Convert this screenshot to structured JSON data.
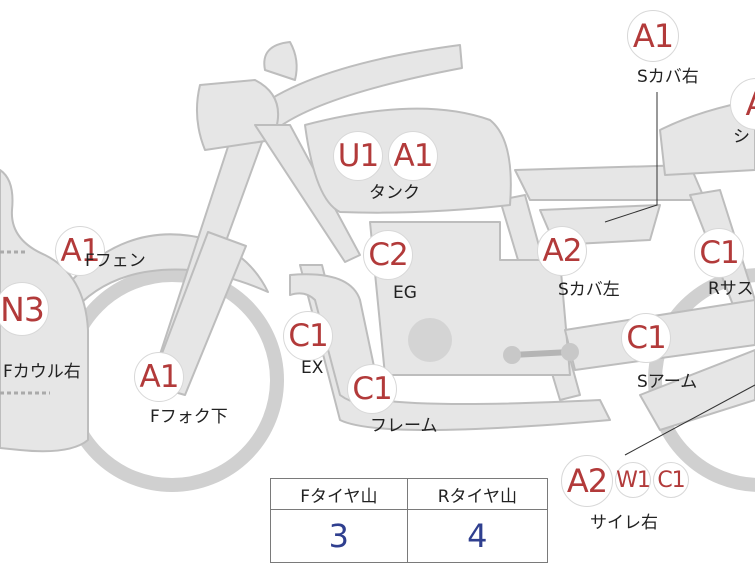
{
  "colors": {
    "part_fill": "#e6e6e6",
    "part_stroke": "#bdbdbd",
    "code": "#b23a3a",
    "tread_value": "#2f3f8f"
  },
  "parts": [
    {
      "id": "s-cover-right",
      "codes": [
        "A1"
      ],
      "label": "Sカバ右"
    },
    {
      "id": "seat",
      "codes": [
        "A"
      ],
      "label": "シ"
    },
    {
      "id": "tank",
      "codes": [
        "U1",
        "A1"
      ],
      "label": "タンク"
    },
    {
      "id": "engine",
      "codes": [
        "C2"
      ],
      "label": "EG"
    },
    {
      "id": "s-cover-left",
      "codes": [
        "A2"
      ],
      "label": "Sカバ左"
    },
    {
      "id": "rear-suspension",
      "codes": [
        "C1"
      ],
      "label": "Rサス"
    },
    {
      "id": "front-fender",
      "codes": [
        "A1"
      ],
      "label": "Fフェン"
    },
    {
      "id": "front-cowl-right",
      "codes": [
        "N3"
      ],
      "label": "Fカウル右"
    },
    {
      "id": "exhaust",
      "codes": [
        "C1"
      ],
      "label": "EX"
    },
    {
      "id": "front-fork-lower",
      "codes": [
        "A1"
      ],
      "label": "Fフォク下"
    },
    {
      "id": "frame",
      "codes": [
        "C1"
      ],
      "label": "フレーム"
    },
    {
      "id": "swing-arm",
      "codes": [
        "C1"
      ],
      "label": "Sアーム"
    },
    {
      "id": "muffler-right",
      "codes": [
        "A2",
        "W1",
        "C1"
      ],
      "label": "サイレ右"
    }
  ],
  "tire_table": {
    "headers": [
      "Fタイヤ山",
      "Rタイヤ山"
    ],
    "values": [
      "3",
      "4"
    ]
  }
}
